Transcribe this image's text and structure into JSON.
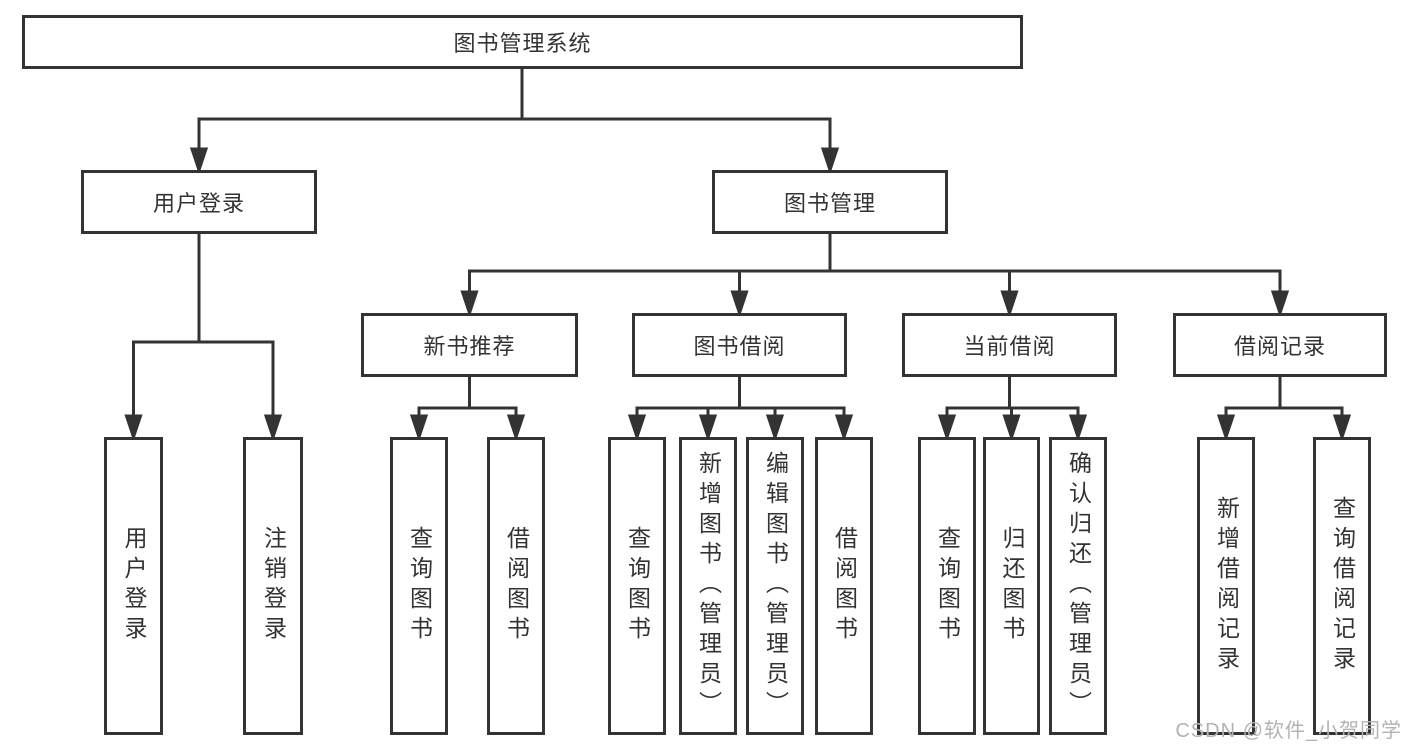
{
  "colors": {
    "line": "#333333",
    "text": "#333333",
    "box_background": "#ffffff",
    "page_background": "#ffffff",
    "watermark": "#b3b3b3"
  },
  "tree": {
    "root": {
      "label": "图书管理系统"
    },
    "user_login": {
      "label": "用户登录",
      "children": [
        {
          "label": "用户登录"
        },
        {
          "label": "注销登录"
        }
      ]
    },
    "book_management": {
      "label": "图书管理",
      "sections": [
        {
          "label": "新书推荐",
          "children": [
            {
              "label": "查询图书"
            },
            {
              "label": "借阅图书"
            }
          ]
        },
        {
          "label": "图书借阅",
          "children": [
            {
              "label": "查询图书"
            },
            {
              "label": "新增图书（管理员）"
            },
            {
              "label": "编辑图书（管理员）"
            },
            {
              "label": "借阅图书"
            }
          ]
        },
        {
          "label": "当前借阅",
          "children": [
            {
              "label": "查询图书"
            },
            {
              "label": "归还图书"
            },
            {
              "label": "确认归还（管理员）"
            }
          ]
        },
        {
          "label": "借阅记录",
          "children": [
            {
              "label": "新增借阅记录"
            },
            {
              "label": "查询借阅记录"
            }
          ]
        }
      ]
    }
  },
  "watermark": {
    "text": "CSDN @软件_小贺同学"
  }
}
